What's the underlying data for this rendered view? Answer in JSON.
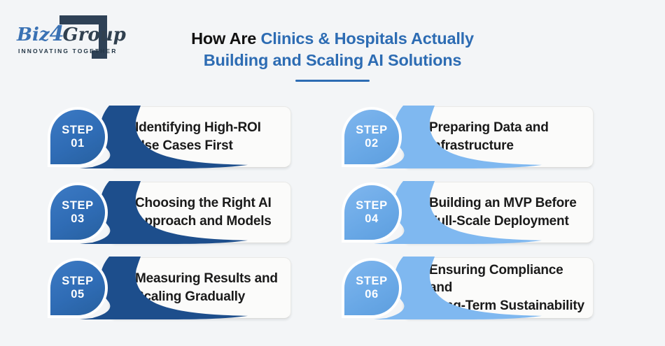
{
  "logo": {
    "brand_prefix": "Biz",
    "brand_digit": "4",
    "brand_suffix": "Group",
    "tagline": "INNOVATING TOGETHER"
  },
  "header": {
    "title_prefix": "How Are ",
    "title_highlight": "Clinics & Hospitals Actually",
    "title_line2": "Building and Scaling AI Solutions"
  },
  "steps": [
    {
      "label": "STEP",
      "number": "01",
      "theme": "dark",
      "title": "Identifying High-ROI\nUse Cases First"
    },
    {
      "label": "STEP",
      "number": "02",
      "theme": "light",
      "title": "Preparing Data and\nInfrastructure"
    },
    {
      "label": "STEP",
      "number": "03",
      "theme": "dark",
      "title": "Choosing the Right AI\nApproach and Models"
    },
    {
      "label": "STEP",
      "number": "04",
      "theme": "light",
      "title": "Building an MVP Before\nFull-Scale Deployment"
    },
    {
      "label": "STEP",
      "number": "05",
      "theme": "dark",
      "title": "Measuring Results and\nScaling Gradually"
    },
    {
      "label": "STEP",
      "number": "06",
      "theme": "light",
      "title": "Ensuring Compliance and\nLong-Term Sustainability"
    }
  ],
  "colors": {
    "page_bg": "#f3f5f7",
    "card_bg": "#fbfbfa",
    "title_blue": "#2d6cb3",
    "title_black": "#121212",
    "dark_blob": "#2f6cb5",
    "dark_swoosh": "#1d4e8c",
    "light_blob": "#69a8e6",
    "light_swoosh": "#7fb8f0",
    "logo_navy": "#2e4156",
    "logo_blue": "#3a72b4"
  }
}
